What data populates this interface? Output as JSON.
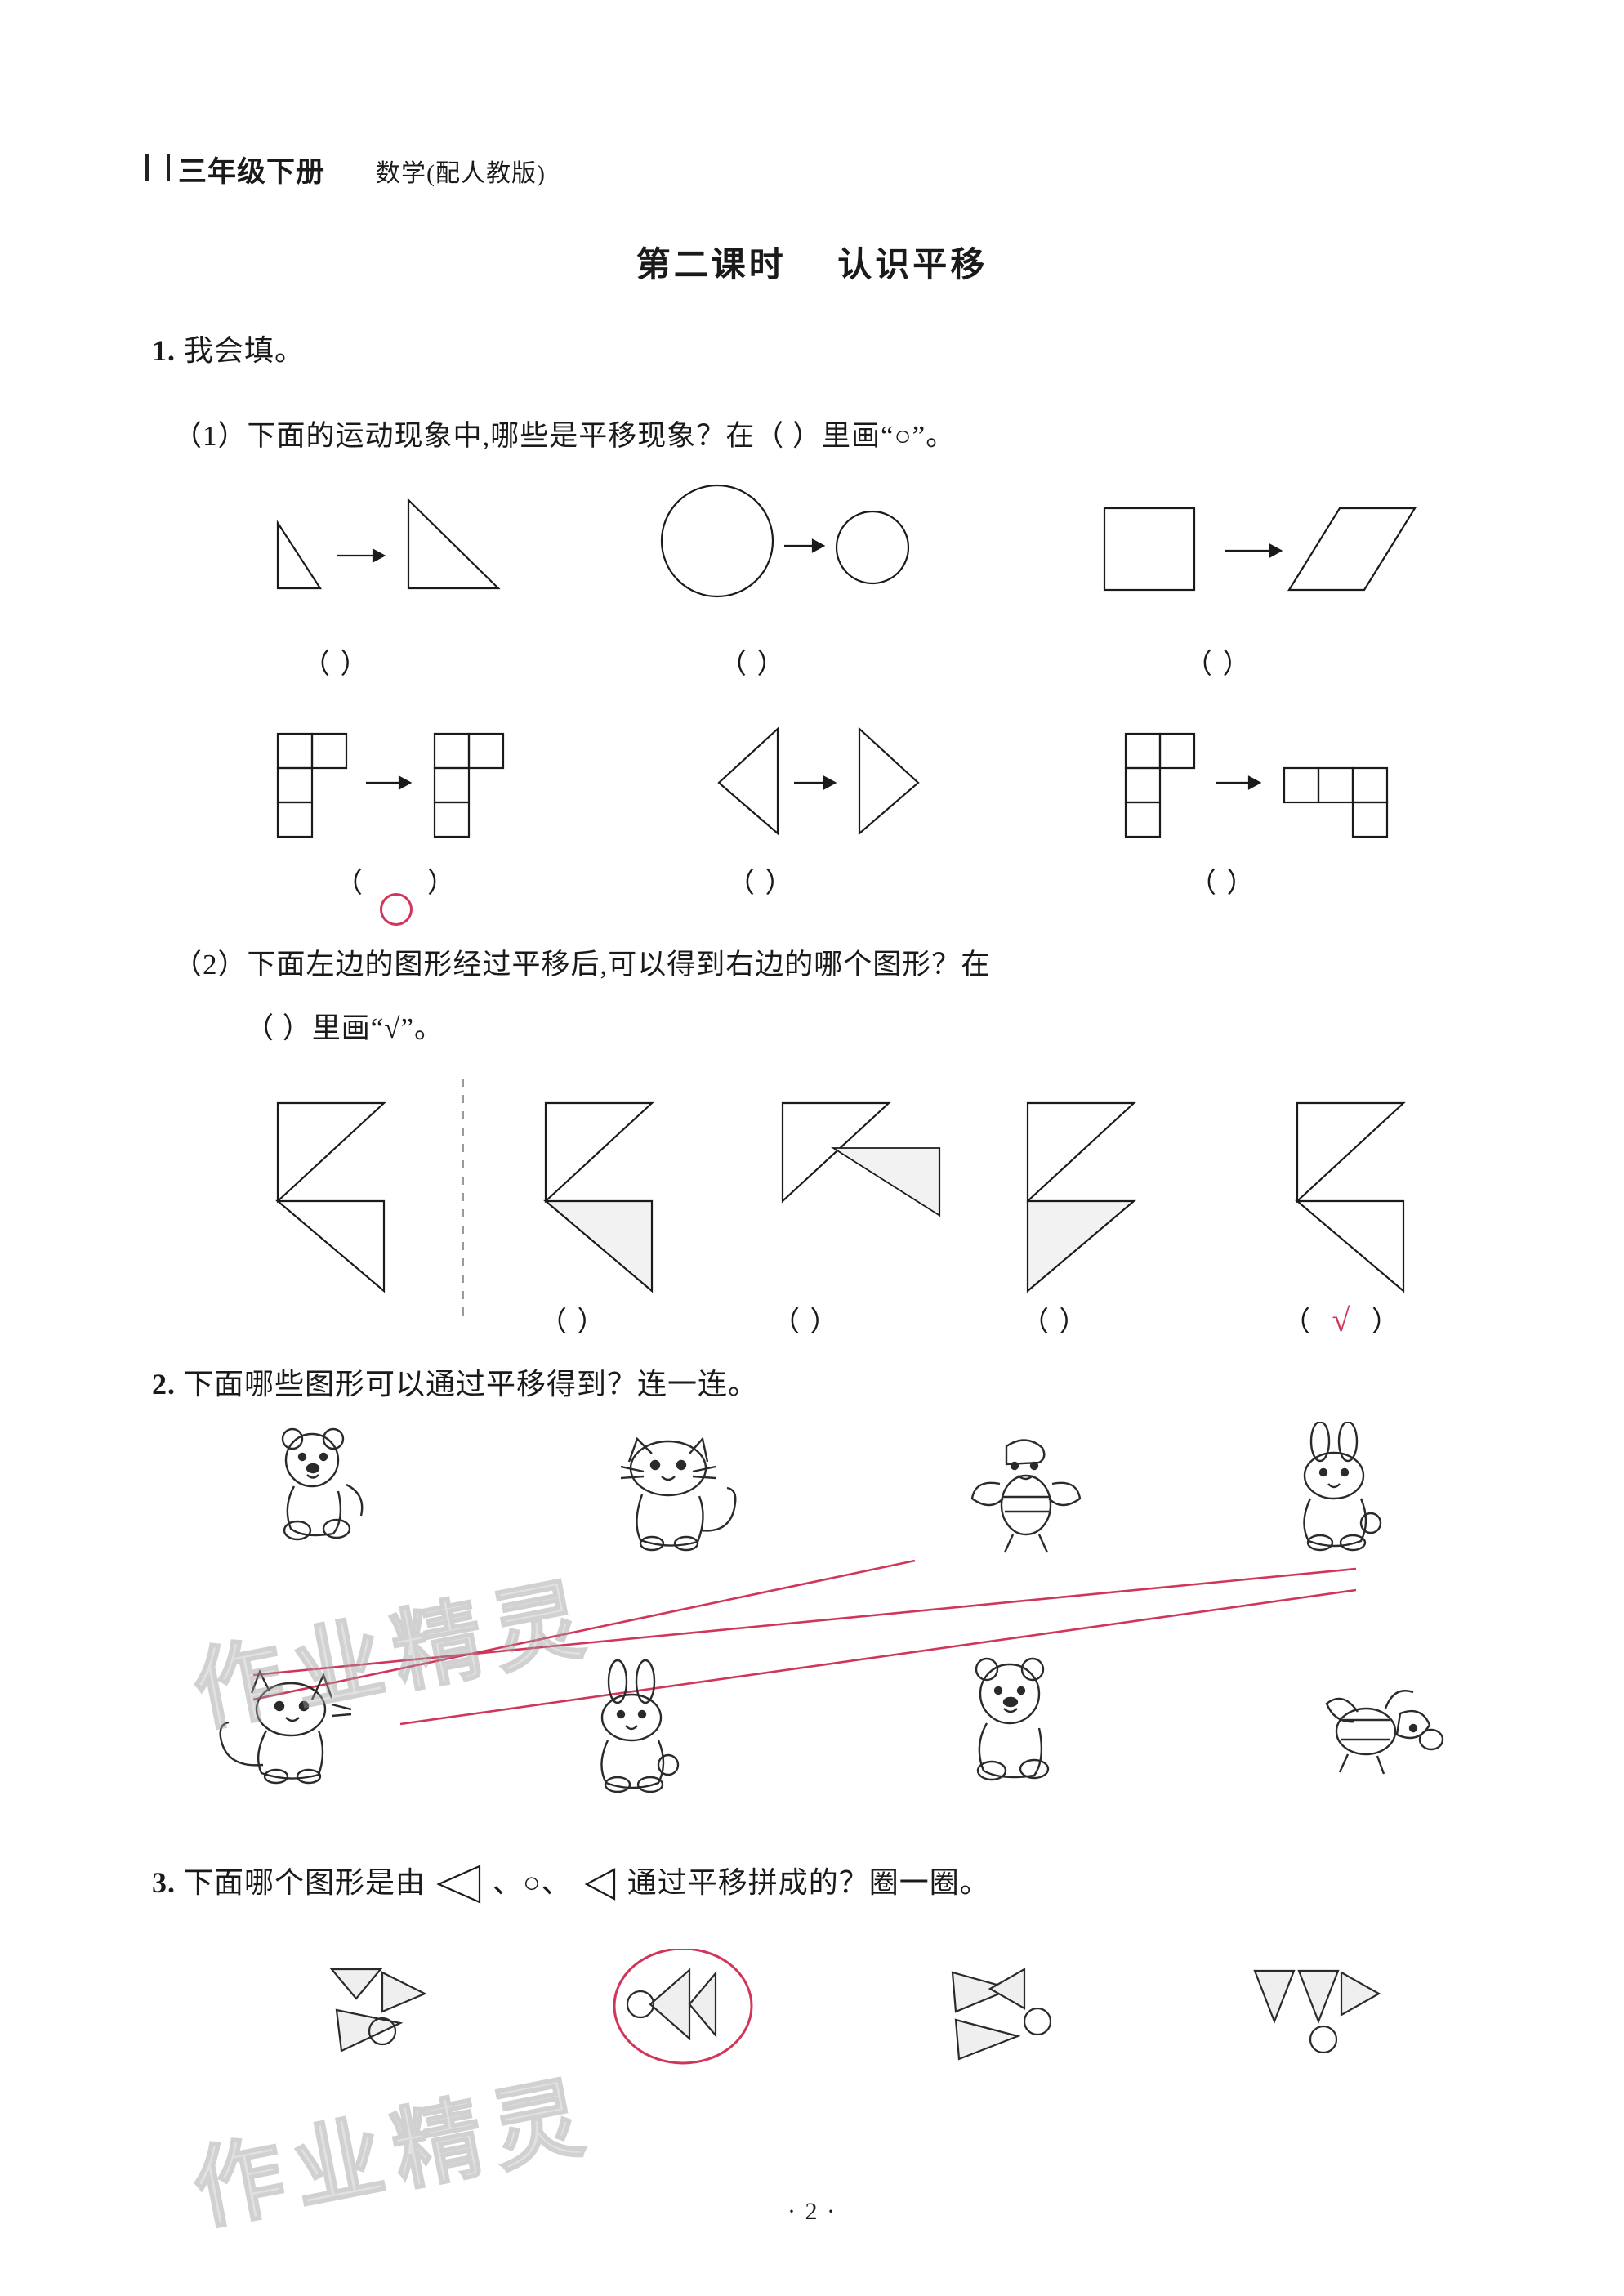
{
  "header": {
    "grade": "三年级下册",
    "subject": "数学(配人教版)"
  },
  "title": {
    "lesson": "第二课时",
    "name": "认识平移"
  },
  "questions": [
    {
      "num": "1.",
      "text": "我会填。",
      "sub": [
        "（1）下面的运动现象中,哪些是平移现象？在（      ）里画“○”。",
        "（2）下面左边的图形经过平移后,可以得到右边的哪个图形？在",
        "（      ）里画“√”。"
      ],
      "answers_row1": [
        "（        ）",
        "（        ）",
        "（        ）"
      ],
      "answers_row2_marked": "○",
      "answers_row3": [
        "（        ）",
        "（        ）",
        "（        ）",
        "（        ）"
      ],
      "check_mark": "√"
    },
    {
      "num": "2.",
      "text": "下面哪些图形可以通过平移得到？连一连。"
    },
    {
      "num": "3.",
      "text_a": "下面哪个图形是由",
      "text_b": "、○、",
      "text_c": "通过平移拼成的？圈一圈。"
    }
  ],
  "footer": {
    "page_number": "· 2 ·"
  },
  "watermark": {
    "text": "作业精灵"
  },
  "colors": {
    "ink": "#1a1a1a",
    "answer_red": "#d2355a",
    "watermark": "#bdbdbd",
    "shape_fill": "#f2f2f2"
  }
}
